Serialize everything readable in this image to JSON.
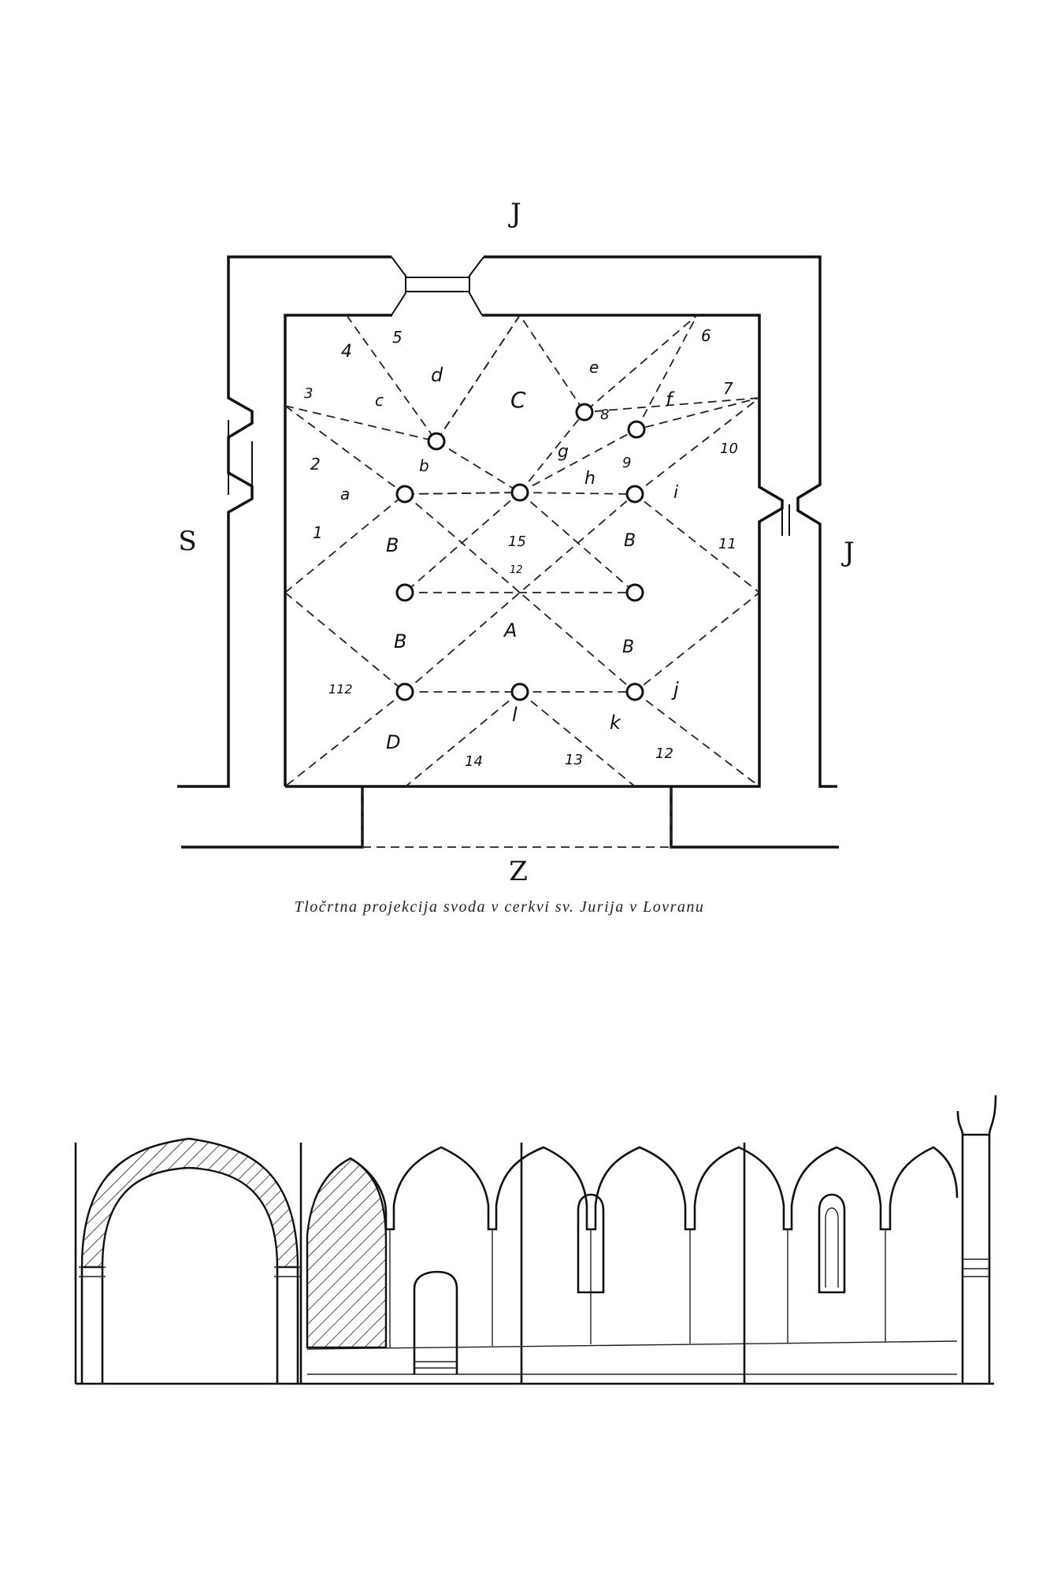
{
  "compass": {
    "north": "J",
    "west": "S",
    "east": "J",
    "south": "Z"
  },
  "caption": "Tločrtna projekcija svoda v cerkvi sv. Jurija v Lovranu",
  "plan_labels": {
    "n1": "1",
    "n2": "2",
    "n3": "3",
    "n4": "4",
    "n5": "5",
    "n6": "6",
    "n7": "7",
    "n8": "8",
    "n9": "9",
    "n10": "10",
    "n11": "11",
    "n12": "12",
    "n13": "13",
    "n14": "14",
    "n15": "15",
    "n12s": "12",
    "n112": "112",
    "la": "a",
    "lb": "b",
    "lc": "c",
    "ld": "d",
    "le": "e",
    "lf": "f",
    "lg": "g",
    "lh": "h",
    "li": "i",
    "lj": "j",
    "lk": "k",
    "ll": "l",
    "A": "A",
    "B1": "B",
    "B2": "B",
    "B3": "B",
    "B4": "B",
    "C": "C",
    "D": "D"
  }
}
